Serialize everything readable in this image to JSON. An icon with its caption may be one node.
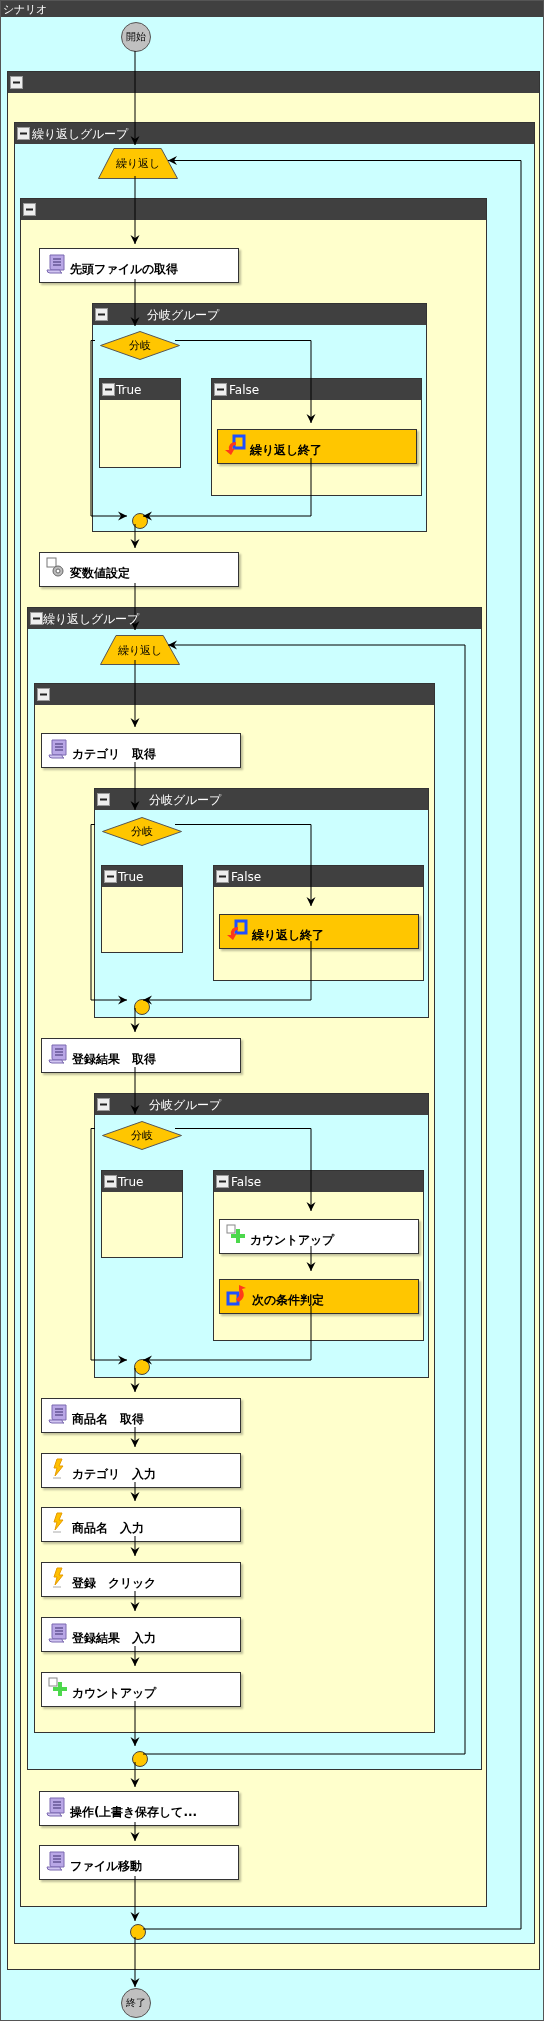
{
  "diagram": {
    "nodes": [
      {
        "text": [
          "シナリオ"
        ]
      },
      {
        "text": [
          "開始"
        ],
        "in": 0
      },
      {
        "text": [],
        "shape": "box",
        "in": 0
      },
      {
        "text": [
          "繰り返しグループ"
        ],
        "in": 2
      },
      {
        "text": [
          "繰り返し"
        ],
        "in": 3
      },
      {
        "text": [],
        "shape": "box",
        "in": 3
      },
      {
        "text": [
          "先頭ファイルの取得"
        ],
        "in": 5
      },
      {
        "text": [
          "分岐グループ"
        ],
        "in": 5
      },
      {
        "text": [
          "分岐"
        ],
        "in": 7
      },
      {
        "text": [
          "True"
        ],
        "in": 7
      },
      {
        "text": [
          "False"
        ],
        "in": 7
      },
      {
        "text": [
          "繰り返し終了"
        ],
        "in": 10
      },
      {
        "text": [],
        "shape": "circle",
        "in": 7
      },
      {
        "text": [
          "変数値設定"
        ],
        "in": 5
      },
      {
        "text": [
          "繰り返しグループ"
        ],
        "in": 5
      },
      {
        "text": [
          "繰り返し"
        ],
        "in": 14
      },
      {
        "text": [],
        "shape": "box",
        "in": 14
      },
      {
        "text": [
          "カテゴリ　取得"
        ],
        "in": 16
      },
      {
        "text": [
          "分岐グループ"
        ],
        "in": 16
      },
      {
        "text": [
          "分岐"
        ],
        "in": 18
      },
      {
        "text": [
          "True"
        ],
        "in": 18
      },
      {
        "text": [
          "False"
        ],
        "in": 18
      },
      {
        "text": [
          "繰り返し終了"
        ],
        "in": 21
      },
      {
        "text": [],
        "shape": "circle",
        "in": 18
      },
      {
        "text": [
          "登録結果　取得"
        ],
        "in": 16
      },
      {
        "text": [
          "分岐グループ"
        ],
        "in": 16
      },
      {
        "text": [
          "分岐"
        ],
        "in": 25
      },
      {
        "text": [
          "True"
        ],
        "in": 25
      },
      {
        "text": [
          "False"
        ],
        "in": 25
      },
      {
        "text": [
          "カウントアップ"
        ],
        "in": 28
      },
      {
        "text": [
          "次の条件判定"
        ],
        "in": 28
      },
      {
        "text": [],
        "shape": "circle",
        "in": 25
      },
      {
        "text": [
          "商品名　取得"
        ],
        "in": 16
      },
      {
        "text": [
          "カテゴリ　入力"
        ],
        "in": 16
      },
      {
        "text": [
          "商品名　入力"
        ],
        "in": 16
      },
      {
        "text": [
          "登録　クリック"
        ],
        "in": 16
      },
      {
        "text": [
          "登録結果　入力"
        ],
        "in": 16
      },
      {
        "text": [
          "カウントアップ"
        ],
        "in": 16
      },
      {
        "text": [],
        "shape": "circle",
        "in": 14
      },
      {
        "text": [
          "操作(上書き保存して..."
        ],
        "in": 5
      },
      {
        "text": [
          "ファイル移動"
        ],
        "in": 5
      },
      {
        "text": [],
        "shape": "circle",
        "in": 3
      },
      {
        "text": [
          "終了"
        ],
        "in": 0
      }
    ],
    "edges": [
      {
        "from": 1,
        "to": 4,
        "arrow": "to"
      },
      {
        "from": 4,
        "to": 6,
        "arrow": "to"
      },
      {
        "from": 6,
        "to": 8,
        "arrow": "to"
      },
      {
        "from": 8,
        "to": 12,
        "arrow": "to"
      },
      {
        "from": 8,
        "to": 11,
        "arrow": "to"
      },
      {
        "from": 11,
        "to": 12,
        "arrow": "to"
      },
      {
        "from": 12,
        "to": 13,
        "arrow": "to"
      },
      {
        "from": 13,
        "to": 15,
        "arrow": "to"
      },
      {
        "from": 15,
        "to": 17,
        "arrow": "to"
      },
      {
        "from": 17,
        "to": 19,
        "arrow": "to"
      },
      {
        "from": 19,
        "to": 23,
        "arrow": "to"
      },
      {
        "from": 19,
        "to": 22,
        "arrow": "to"
      },
      {
        "from": 22,
        "to": 23,
        "arrow": "to"
      },
      {
        "from": 23,
        "to": 24,
        "arrow": "to"
      },
      {
        "from": 24,
        "to": 26,
        "arrow": "to"
      },
      {
        "from": 26,
        "to": 31,
        "arrow": "to"
      },
      {
        "from": 26,
        "to": 29,
        "arrow": "to"
      },
      {
        "from": 29,
        "to": 30,
        "arrow": "to"
      },
      {
        "from": 30,
        "to": 31,
        "arrow": "to"
      },
      {
        "from": 31,
        "to": 32,
        "arrow": "to"
      },
      {
        "from": 32,
        "to": 33,
        "arrow": "to"
      },
      {
        "from": 33,
        "to": 34,
        "arrow": "to"
      },
      {
        "from": 34,
        "to": 35,
        "arrow": "to"
      },
      {
        "from": 35,
        "to": 36,
        "arrow": "to"
      },
      {
        "from": 36,
        "to": 37,
        "arrow": "to"
      },
      {
        "from": 37,
        "to": 38,
        "arrow": "to"
      },
      {
        "from": 38,
        "to": 15,
        "arrow": "to"
      },
      {
        "from": 38,
        "to": 39,
        "arrow": "to"
      },
      {
        "from": 39,
        "to": 40,
        "arrow": "to"
      },
      {
        "from": 40,
        "to": 41,
        "arrow": "to"
      },
      {
        "from": 41,
        "to": 4,
        "arrow": "to"
      },
      {
        "from": 41,
        "to": 42,
        "arrow": "to"
      }
    ]
  }
}
